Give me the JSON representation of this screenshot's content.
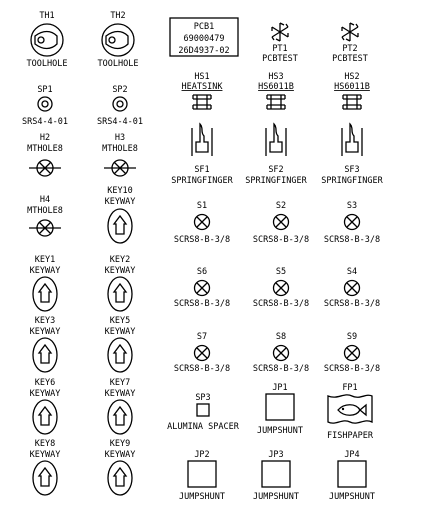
{
  "title": "",
  "components": {
    "TH1": {
      "ref": "TH1",
      "type": "TOOLHOLE"
    },
    "TH2": {
      "ref": "TH2",
      "type": "TOOLHOLE"
    },
    "PCB1": {
      "ref": "PCB1",
      "line1": "69000479",
      "line2": "26D4937-02"
    },
    "PT1": {
      "ref": "PT1",
      "type": "PCBTEST"
    },
    "PT2": {
      "ref": "PT2",
      "type": "PCBTEST"
    },
    "SP1": {
      "ref": "SP1",
      "type": "SRS4-4-01"
    },
    "SP2": {
      "ref": "SP2",
      "type": "SRS4-4-01"
    },
    "HS1": {
      "ref": "HS1",
      "type": "HEATSINK"
    },
    "HS3": {
      "ref": "HS3",
      "type": "HS6011B"
    },
    "HS2": {
      "ref": "HS2",
      "type": "HS6011B"
    },
    "H2": {
      "ref": "H2",
      "type": "MTHOLE8"
    },
    "H3": {
      "ref": "H3",
      "type": "MTHOLE8"
    },
    "SF1": {
      "ref": "SF1",
      "type": "SPRINGFINGER"
    },
    "SF2": {
      "ref": "SF2",
      "type": "SPRINGFINGER"
    },
    "SF3": {
      "ref": "SF3",
      "type": "SPRINGFINGER"
    },
    "H4": {
      "ref": "H4",
      "type": "MTHOLE8"
    },
    "KEY10": {
      "ref": "KEY10",
      "type": "KEYWAY"
    },
    "S1": {
      "ref": "S1",
      "type": "SCRS8-B-3/8"
    },
    "S2": {
      "ref": "S2",
      "type": "SCRS8-B-3/8"
    },
    "S3": {
      "ref": "S3",
      "type": "SCRS8-B-3/8"
    },
    "KEY1": {
      "ref": "KEY1",
      "type": "KEYWAY"
    },
    "KEY2": {
      "ref": "KEY2",
      "type": "KEYWAY"
    },
    "S6": {
      "ref": "S6",
      "type": "SCRS8-B-3/8"
    },
    "S5": {
      "ref": "S5",
      "type": "SCRS8-B-3/8"
    },
    "S4": {
      "ref": "S4",
      "type": "SCRS8-B-3/8"
    },
    "KEY3": {
      "ref": "KEY3",
      "type": "KEYWAY"
    },
    "KEY5": {
      "ref": "KEY5",
      "type": "KEYWAY"
    },
    "S7": {
      "ref": "S7",
      "type": "SCRS8-B-3/8"
    },
    "S8": {
      "ref": "S8",
      "type": "SCRS8-B-3/8"
    },
    "S9": {
      "ref": "S9",
      "type": "SCRS8-B-3/8"
    },
    "KEY6": {
      "ref": "KEY6",
      "type": "KEYWAY"
    },
    "KEY7": {
      "ref": "KEY7",
      "type": "KEYWAY"
    },
    "SP3": {
      "ref": "SP3",
      "type": "ALUMINA SPACER"
    },
    "JP1": {
      "ref": "JP1",
      "type": "JUMPSHUNT"
    },
    "FP1": {
      "ref": "FP1",
      "type": "FISHPAPER"
    },
    "KEY8": {
      "ref": "KEY8",
      "type": "KEYWAY"
    },
    "KEY9": {
      "ref": "KEY9",
      "type": "KEYWAY"
    },
    "JP2": {
      "ref": "JP2",
      "type": "JUMPSHUNT"
    },
    "JP3": {
      "ref": "JP3",
      "type": "JUMPSHUNT"
    },
    "JP4": {
      "ref": "JP4",
      "type": "JUMPSHUNT"
    }
  }
}
